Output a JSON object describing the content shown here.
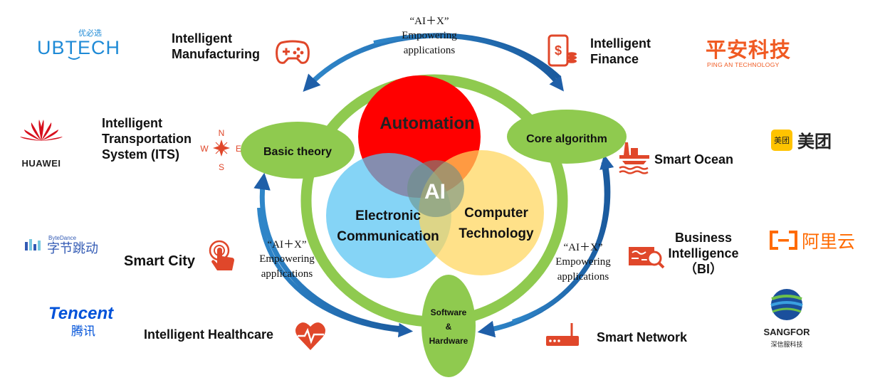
{
  "colors": {
    "ring": "#8fca4f",
    "ring_node": "#8fca4f",
    "automation": "#ff0000",
    "electronic": "#56c4f2",
    "computer": "#ffd65c",
    "arrow": "#1f6fb6",
    "icon": "#e0472a",
    "huawei": "#d70f1d",
    "ubtech": "#1e8ad6",
    "pingan": "#f05a22",
    "meituan": "#ffc300",
    "aliyun": "#ff6a00",
    "tencent": "#0052d9",
    "bytedance": "#325ab4",
    "sangfor": "#1a4f9c"
  },
  "venn": {
    "automation": "Automation",
    "electronic": [
      "Electronic",
      "Communication"
    ],
    "computer": [
      "Computer",
      "Technology"
    ],
    "center": "AI"
  },
  "nodes": {
    "basic_theory": "Basic theory",
    "core_algorithm": "Core algorithm",
    "software_hardware": [
      "Software",
      "&",
      "Hardware"
    ]
  },
  "empowering": {
    "top": [
      "“AI＋X”",
      "Empowering",
      "applications"
    ],
    "left": [
      "“AI＋X”",
      "Empowering",
      "applications"
    ],
    "right": [
      "“AI＋X”",
      "Empowering",
      "applications"
    ]
  },
  "applications": {
    "manufacturing": {
      "lines": [
        "Intelligent",
        "Manufacturing"
      ],
      "icon": "gamepad-icon"
    },
    "transportation": {
      "lines": [
        "Intelligent",
        "Transportation",
        "System (ITS)"
      ],
      "icon": "compass-icon"
    },
    "smart_city": {
      "lines": [
        "Smart City"
      ],
      "icon": "touch-hand-icon"
    },
    "healthcare": {
      "lines": [
        "Intelligent Healthcare"
      ],
      "icon": "heartbeat-icon"
    },
    "finance": {
      "lines": [
        "Intelligent",
        "Finance"
      ],
      "icon": "mobile-payment-icon"
    },
    "ocean": {
      "lines": [
        "Smart Ocean"
      ],
      "icon": "oil-platform-icon"
    },
    "bi": {
      "lines": [
        "Business",
        "Intelligence",
        "（BI）"
      ],
      "icon": "map-analytics-icon"
    },
    "network": {
      "lines": [
        "Smart Network"
      ],
      "icon": "router-icon"
    }
  },
  "logos": {
    "ubtech": {
      "main": "UBTECH",
      "sub": "优必选"
    },
    "huawei": {
      "main": "HUAWEI"
    },
    "bytedance": {
      "sub": "ByteDance",
      "main": "字节跳动"
    },
    "tencent": {
      "main": "Tencent",
      "sub": "腾讯"
    },
    "pingan": {
      "main": "平安科技",
      "sub": "PING AN TECHNOLOGY"
    },
    "meituan": {
      "badge": "美团",
      "main": "美团"
    },
    "aliyun": {
      "main": "阿里云"
    },
    "sangfor": {
      "main": "SANGFOR",
      "sub": "深信服科技"
    }
  }
}
